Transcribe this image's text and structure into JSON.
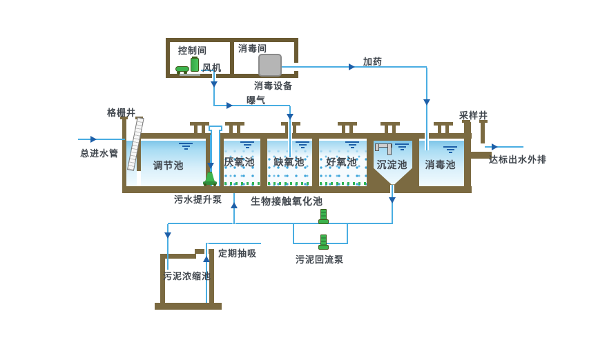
{
  "building": {
    "control_room": "控制间",
    "disinfection_room": "消毒间",
    "fan": "风机",
    "disinfection_equipment": "消毒设备"
  },
  "pipes": {
    "dosing": "加药",
    "aeration": "曝气",
    "inlet_pipe": "总进水管",
    "outlet": "达标出水外排",
    "periodic_suction": "定期抽吸"
  },
  "wells": {
    "grid_well": "格栅井",
    "sampling_well": "采样井"
  },
  "tanks": [
    {
      "label": "调节池"
    },
    {
      "label": "厌氧池"
    },
    {
      "label": "缺氧池"
    },
    {
      "label": "好氧池"
    },
    {
      "label": "沉淀池"
    },
    {
      "label": "消毒池"
    }
  ],
  "annotations": {
    "lift_pump": "污水提升泵",
    "bio_contact_tank": "生物接触氧化池",
    "sludge_return_pump": "污泥回流泵",
    "sludge_thickener": "污泥浓缩池"
  },
  "colors": {
    "pipe_blue": "#49ade2",
    "arrow_blue": "#1d5fa8",
    "wall_brown": "#7b6a41",
    "building_brown": "#6a5a32",
    "pump_green": "#3cb34d",
    "equipment_gray": "#b5b5b5",
    "water_top": "#7ec5e8"
  }
}
